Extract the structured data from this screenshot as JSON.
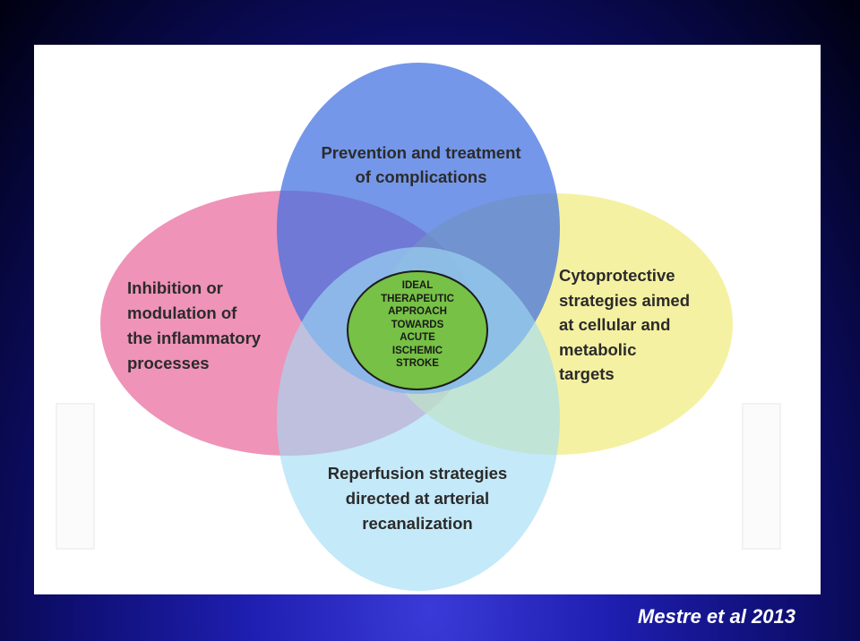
{
  "diagram": {
    "center_label": "IDEAL\nTHERAPEUTIC\nAPPROACH\nTOWARDS\nACUTE\nISCHEMIC\nSTROKE",
    "circles": {
      "top": {
        "label": "Prevention and treatment\nof complications",
        "color": "#3f6fe0"
      },
      "left": {
        "label": "Inhibition or\nmodulation of\nthe inflammatory\nprocesses",
        "color": "#e9699c"
      },
      "right": {
        "label": "Cytoprotective\nstrategies aimed\nat cellular and\nmetabolic\ntargets",
        "color": "#f1ec7e"
      },
      "bottom": {
        "label": "Reperfusion strategies\ndirected at arterial\nrecanalization",
        "color": "#9fdcf6"
      }
    },
    "center_color": "#77c146"
  },
  "citation": "Mestre et al 2013"
}
